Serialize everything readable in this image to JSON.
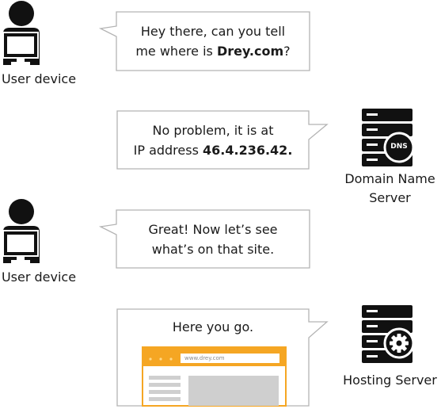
{
  "actors": {
    "user_label_1": "User device",
    "user_label_2": "User device",
    "dns_label_line1": "Domain Name",
    "dns_label_line2": "Server",
    "dns_badge": "DNS",
    "hosting_label": "Hosting Server"
  },
  "messages": {
    "m1_line1": "Hey there, can you tell",
    "m1_line2_prefix": "me where is ",
    "m1_line2_bold": "Drey.com",
    "m1_line2_suffix": "?",
    "m2_line1": "No problem, it is at",
    "m2_line2_prefix": "IP address ",
    "m2_line2_bold": "46.4.236.42.",
    "m3_line1": "Great! Now let’s see",
    "m3_line2": "what’s on that site.",
    "m4_line1": "Here you go."
  },
  "browser": {
    "url": "www.drey.com"
  },
  "colors": {
    "bubble_border": "#b3b3b3",
    "icon_dark": "#111111",
    "browser_accent": "#f5a623",
    "placeholder_gray": "#cfcfcf"
  }
}
